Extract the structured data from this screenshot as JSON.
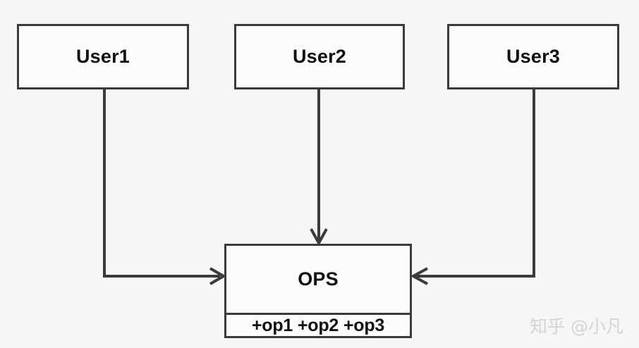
{
  "diagram": {
    "type": "uml-class-diagram",
    "background_color": "#f7f6f5",
    "stroke_color": "#3b3b3b",
    "node_fill_color": "#fbfbfa",
    "text_color": "#111111",
    "nodes": [
      {
        "id": "user1",
        "label": "User1",
        "kind": "class-box"
      },
      {
        "id": "user2",
        "label": "User2",
        "kind": "class-box"
      },
      {
        "id": "user3",
        "label": "User3",
        "kind": "class-box"
      },
      {
        "id": "ops",
        "label": "OPS",
        "kind": "class-box-with-operations",
        "operations": "+op1 +op2 +op3"
      }
    ],
    "edges": [
      {
        "id": "user1-to-ops",
        "from": "User1",
        "to": "OPS",
        "style": "orthogonal",
        "arrow": "open-arrow",
        "direction": "left-to-right"
      },
      {
        "id": "user2-to-ops",
        "from": "User2",
        "to": "OPS",
        "style": "straight-vertical",
        "arrow": "open-arrow",
        "direction": "top-to-bottom"
      },
      {
        "id": "user3-to-ops",
        "from": "User3",
        "to": "OPS",
        "style": "orthogonal",
        "arrow": "open-arrow",
        "direction": "right-to-left"
      }
    ]
  },
  "watermark": {
    "text": "知乎 @小凡",
    "color": "#d4d4d4"
  }
}
